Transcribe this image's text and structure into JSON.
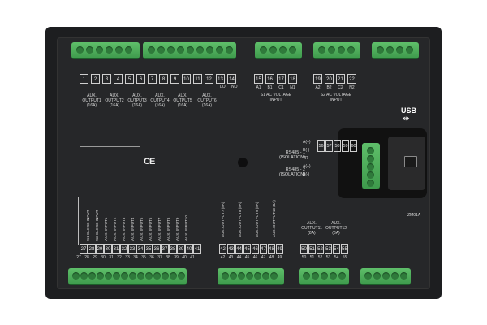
{
  "top_pins": [
    "1",
    "2",
    "3",
    "4",
    "5",
    "6",
    "7",
    "8",
    "9",
    "10",
    "11",
    "12",
    "13",
    "14"
  ],
  "top_pin_sub": {
    "lo": "LO",
    "no": "NO"
  },
  "outputs": [
    "AUX. OUTPUT1 (16A)",
    "AUX. OUTPUT2 (16A)",
    "AUX. OUTPUT3 (16A)",
    "AUX. OUTPUT4 (16A)",
    "AUX. OUTPUT5 (16A)",
    "AUX. OUTPUT6 (16A)"
  ],
  "s1": {
    "pins": [
      "15",
      "16",
      "17",
      "18"
    ],
    "sub": [
      "A1",
      "B1",
      "C1",
      "N1"
    ],
    "label": "S1 AC VOLTAGE INPUT"
  },
  "s2": {
    "pins": [
      "19",
      "20",
      "21",
      "22"
    ],
    "sub": [
      "A2",
      "B2",
      "C2",
      "N2"
    ],
    "label": "S2 AC VOLTAGE INPUT"
  },
  "usb": {
    "label": "USB",
    "symbol": "⇹"
  },
  "rs485": {
    "r1": "RS485 - 1 (ISOLATION)",
    "r2": "RS485 - 2 (ISOLATION)",
    "pins": [
      "56",
      "57",
      "58",
      "59",
      "60"
    ],
    "markers": [
      "A(+)",
      "B(-)",
      "TR",
      "A(+)",
      "B(-)"
    ]
  },
  "ce": "CE",
  "model_tag": "ZM01A",
  "bottom_inputs": [
    "S1 CLOSE INPUT",
    "S2 CLOSE INPUT",
    "AUX. INPUT1",
    "AUX. INPUT2",
    "AUX. INPUT3",
    "AUX. INPUT4",
    "AUX. INPUT5",
    "AUX. INPUT6",
    "AUX. INPUT7",
    "AUX. INPUT8",
    "AUX. INPUT9",
    "AUX. INPUT10"
  ],
  "bottom_pins": [
    "27",
    "28",
    "29",
    "30",
    "31",
    "32",
    "33",
    "34",
    "35",
    "36",
    "37",
    "38",
    "39",
    "40",
    "41"
  ],
  "bottom_pins_under": [
    "27",
    "28",
    "29",
    "30",
    "31",
    "32",
    "33",
    "34",
    "35",
    "36",
    "37",
    "38",
    "39",
    "40",
    "41"
  ],
  "mid_outputs": [
    "AUX. OUTPUT7 (8A)",
    "AUX. OUTPUT8 (8A)",
    "AUX. OUTPUT9 (8A)",
    "AUX. OUTPUT10 (8A)"
  ],
  "mid_pins": [
    "42",
    "43",
    "44",
    "45",
    "46",
    "47",
    "48",
    "49"
  ],
  "right_outputs": [
    "AUX. OUTPUT11 (8A)",
    "AUX. OUTPUT12 (8A)"
  ],
  "right_pins": [
    "50",
    "51",
    "52",
    "53",
    "54",
    "55"
  ]
}
